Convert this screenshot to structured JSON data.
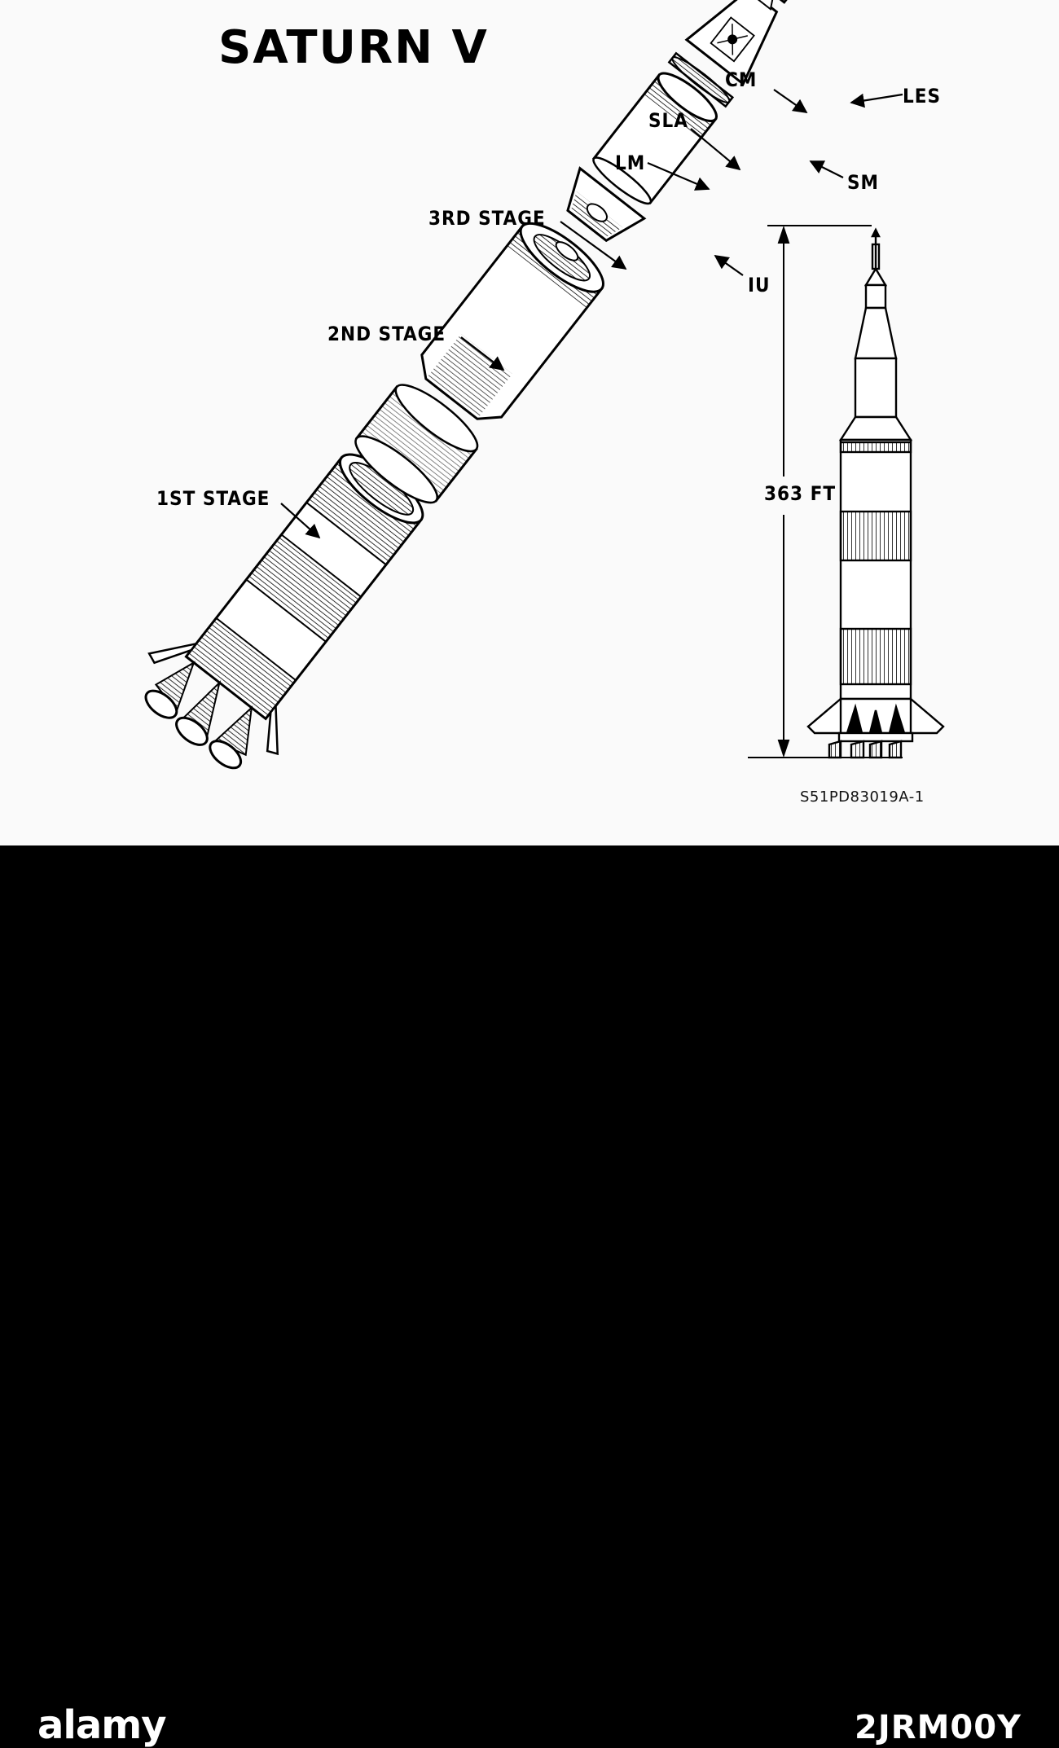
{
  "title": "SATURN V",
  "labels": {
    "les": "LES",
    "cm": "CM",
    "sla": "SLA",
    "lm": "LM",
    "sm": "SM",
    "iu": "IU",
    "stage3": "3RD STAGE",
    "stage2": "2ND STAGE",
    "stage1": "1ST STAGE"
  },
  "height_label": "363 FT",
  "reference_code": "S51PD83019A-1",
  "footer": {
    "brand": "alamy",
    "image_id": "2JRM00Y"
  },
  "colors": {
    "ink": "#000000",
    "paper": "#fafafa",
    "footer_bg": "#000000",
    "footer_text": "#ffffff"
  }
}
